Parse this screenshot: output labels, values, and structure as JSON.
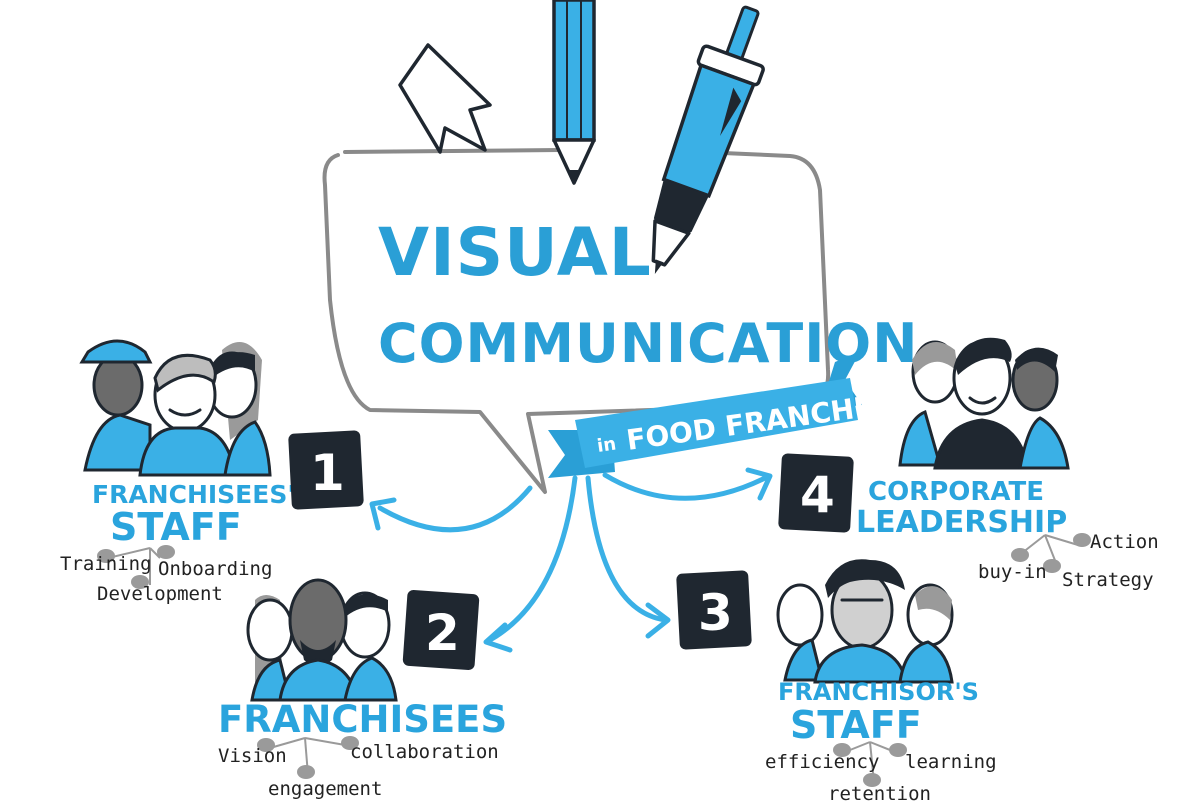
{
  "title": {
    "line1": "VISUAL",
    "line2": "COMMUNICATION",
    "banner_small": "in",
    "banner_large": "FOOD FRANCHISING"
  },
  "groups": [
    {
      "number": "1",
      "title_line1": "FRANCHISEES'",
      "title_line2": "STAFF",
      "keywords": [
        "Training",
        "Onboarding",
        "Development"
      ]
    },
    {
      "number": "2",
      "title_line1": "FRANCHISEES",
      "keywords": [
        "Vision",
        "collaboration",
        "engagement"
      ]
    },
    {
      "number": "3",
      "title_line1": "FRANCHISOR'S",
      "title_line2": "STAFF",
      "keywords": [
        "efficiency",
        "learning",
        "retention"
      ]
    },
    {
      "number": "4",
      "title_line1": "CORPORATE",
      "title_line2": "LEADERSHIP",
      "keywords": [
        "Action",
        "buy-in",
        "Strategy"
      ]
    }
  ],
  "icons": [
    "arrow-down-icon",
    "pencil-icon",
    "pen-icon",
    "speech-bubble-icon"
  ],
  "colors": {
    "accent_blue": "#2aa4dd",
    "ink": "#1f2730",
    "number_box": "#1f2730",
    "bubble_outline": "#8a8a8a"
  }
}
